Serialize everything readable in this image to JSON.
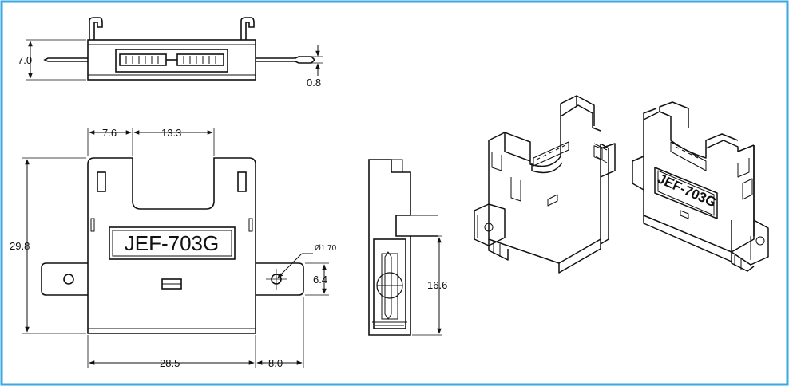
{
  "part_label": "JEF-703G",
  "frame_color": "#3aa9e0",
  "dimensions": {
    "top_height": "7.0",
    "pin_thickness": "0.8",
    "left_width": "7.6",
    "notch_width": "13.3",
    "body_height": "29.8",
    "hole_diameter": "Ø1.70",
    "tab_height": "6.4",
    "side_height": "16.6",
    "body_width": "28.5",
    "tab_length": "8.0"
  }
}
